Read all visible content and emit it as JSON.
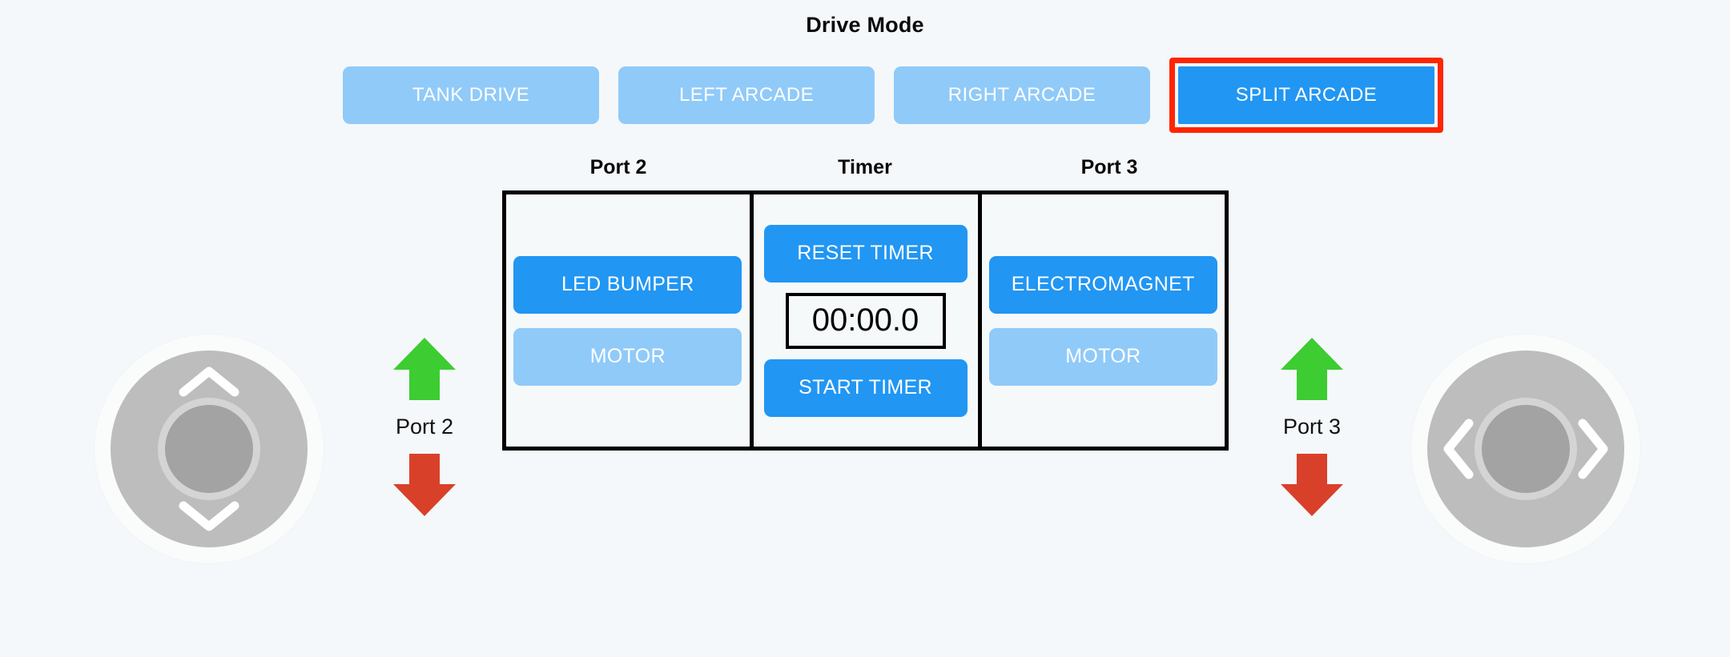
{
  "header": {
    "title": "Drive Mode"
  },
  "drive_modes": [
    {
      "label": "TANK DRIVE",
      "active": false,
      "selected": false
    },
    {
      "label": "LEFT ARCADE",
      "active": false,
      "selected": false
    },
    {
      "label": "RIGHT ARCADE",
      "active": false,
      "selected": false
    },
    {
      "label": "SPLIT ARCADE",
      "active": true,
      "selected": true
    }
  ],
  "columns": {
    "port2_caption": "Port 2",
    "timer_caption": "Timer",
    "port3_caption": "Port 3"
  },
  "port2": {
    "buttons": [
      {
        "label": "LED BUMPER",
        "state": "on"
      },
      {
        "label": "MOTOR",
        "state": "off"
      }
    ]
  },
  "timer": {
    "reset_label": "RESET TIMER",
    "display": "00:00.0",
    "start_label": "START TIMER"
  },
  "port3": {
    "buttons": [
      {
        "label": "ELECTROMAGNET",
        "state": "on"
      },
      {
        "label": "MOTOR",
        "state": "off"
      }
    ]
  },
  "indicators": {
    "left": {
      "label": "Port 2",
      "up_icon": "arrow-up-icon",
      "down_icon": "arrow-down-icon"
    },
    "right": {
      "label": "Port 3",
      "up_icon": "arrow-up-icon",
      "down_icon": "arrow-down-icon"
    }
  },
  "joysticks": {
    "left": {
      "axis": "vertical",
      "icons": [
        "chevron-up-icon",
        "chevron-down-icon"
      ]
    },
    "right": {
      "axis": "horizontal",
      "icons": [
        "chevron-left-icon",
        "chevron-right-icon"
      ]
    }
  },
  "colors": {
    "background": "#f4f8fa",
    "button_active": "#2196f3",
    "button_inactive": "#90caf9",
    "selection_outline": "#ff2600",
    "arrow_up": "#3dcc32",
    "arrow_down": "#d9402a",
    "panel_border": "#000000",
    "joystick_outer": "#bdbdbd",
    "joystick_knob": "#a3a3a3"
  }
}
